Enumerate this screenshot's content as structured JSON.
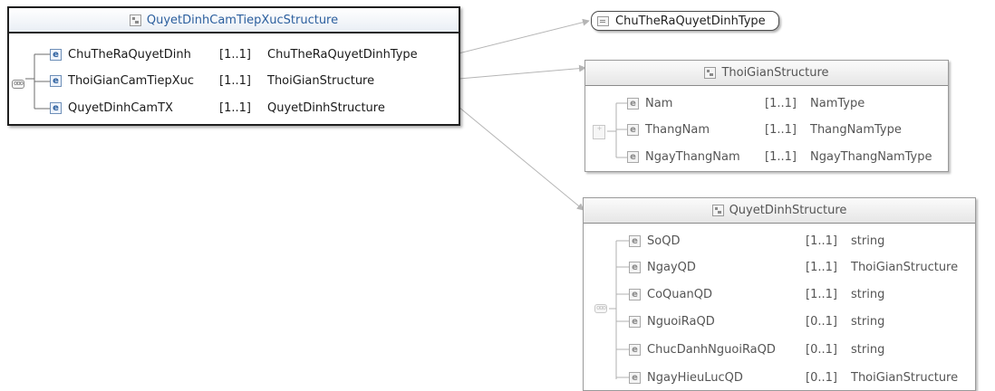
{
  "main": {
    "title": "QuyetDinhCamTiepXucStructure",
    "elements": [
      {
        "name": "ChuTheRaQuyetDinh",
        "card": "[1..1]",
        "type": "ChuTheRaQuyetDinhType"
      },
      {
        "name": "ThoiGianCamTiepXuc",
        "card": "[1..1]",
        "type": "ThoiGianStructure"
      },
      {
        "name": "QuyetDinhCamTX",
        "card": "[1..1]",
        "type": "QuyetDinhStructure"
      }
    ]
  },
  "simple_type": {
    "name": "ChuTheRaQuyetDinhType"
  },
  "thoigian": {
    "title": "ThoiGianStructure",
    "elements": [
      {
        "name": "Nam",
        "card": "[1..1]",
        "type": "NamType"
      },
      {
        "name": "ThangNam",
        "card": "[1..1]",
        "type": "ThangNamType"
      },
      {
        "name": "NgayThangNam",
        "card": "[1..1]",
        "type": "NgayThangNamType"
      }
    ]
  },
  "quyetdinh": {
    "title": "QuyetDinhStructure",
    "elements": [
      {
        "name": "SoQD",
        "card": "[1..1]",
        "type": "string"
      },
      {
        "name": "NgayQD",
        "card": "[1..1]",
        "type": "ThoiGianStructure"
      },
      {
        "name": "CoQuanQD",
        "card": "[1..1]",
        "type": "string"
      },
      {
        "name": "NguoiRaQD",
        "card": "[0..1]",
        "type": "string"
      },
      {
        "name": "ChucDanhNguoiRaQD",
        "card": "[0..1]",
        "type": "string"
      },
      {
        "name": "NgayHieuLucQD",
        "card": "[0..1]",
        "type": "ThoiGianStructure"
      }
    ]
  },
  "element_icon_letter": "e",
  "sequence_glyph": "ooo",
  "choice_glyph": "+"
}
